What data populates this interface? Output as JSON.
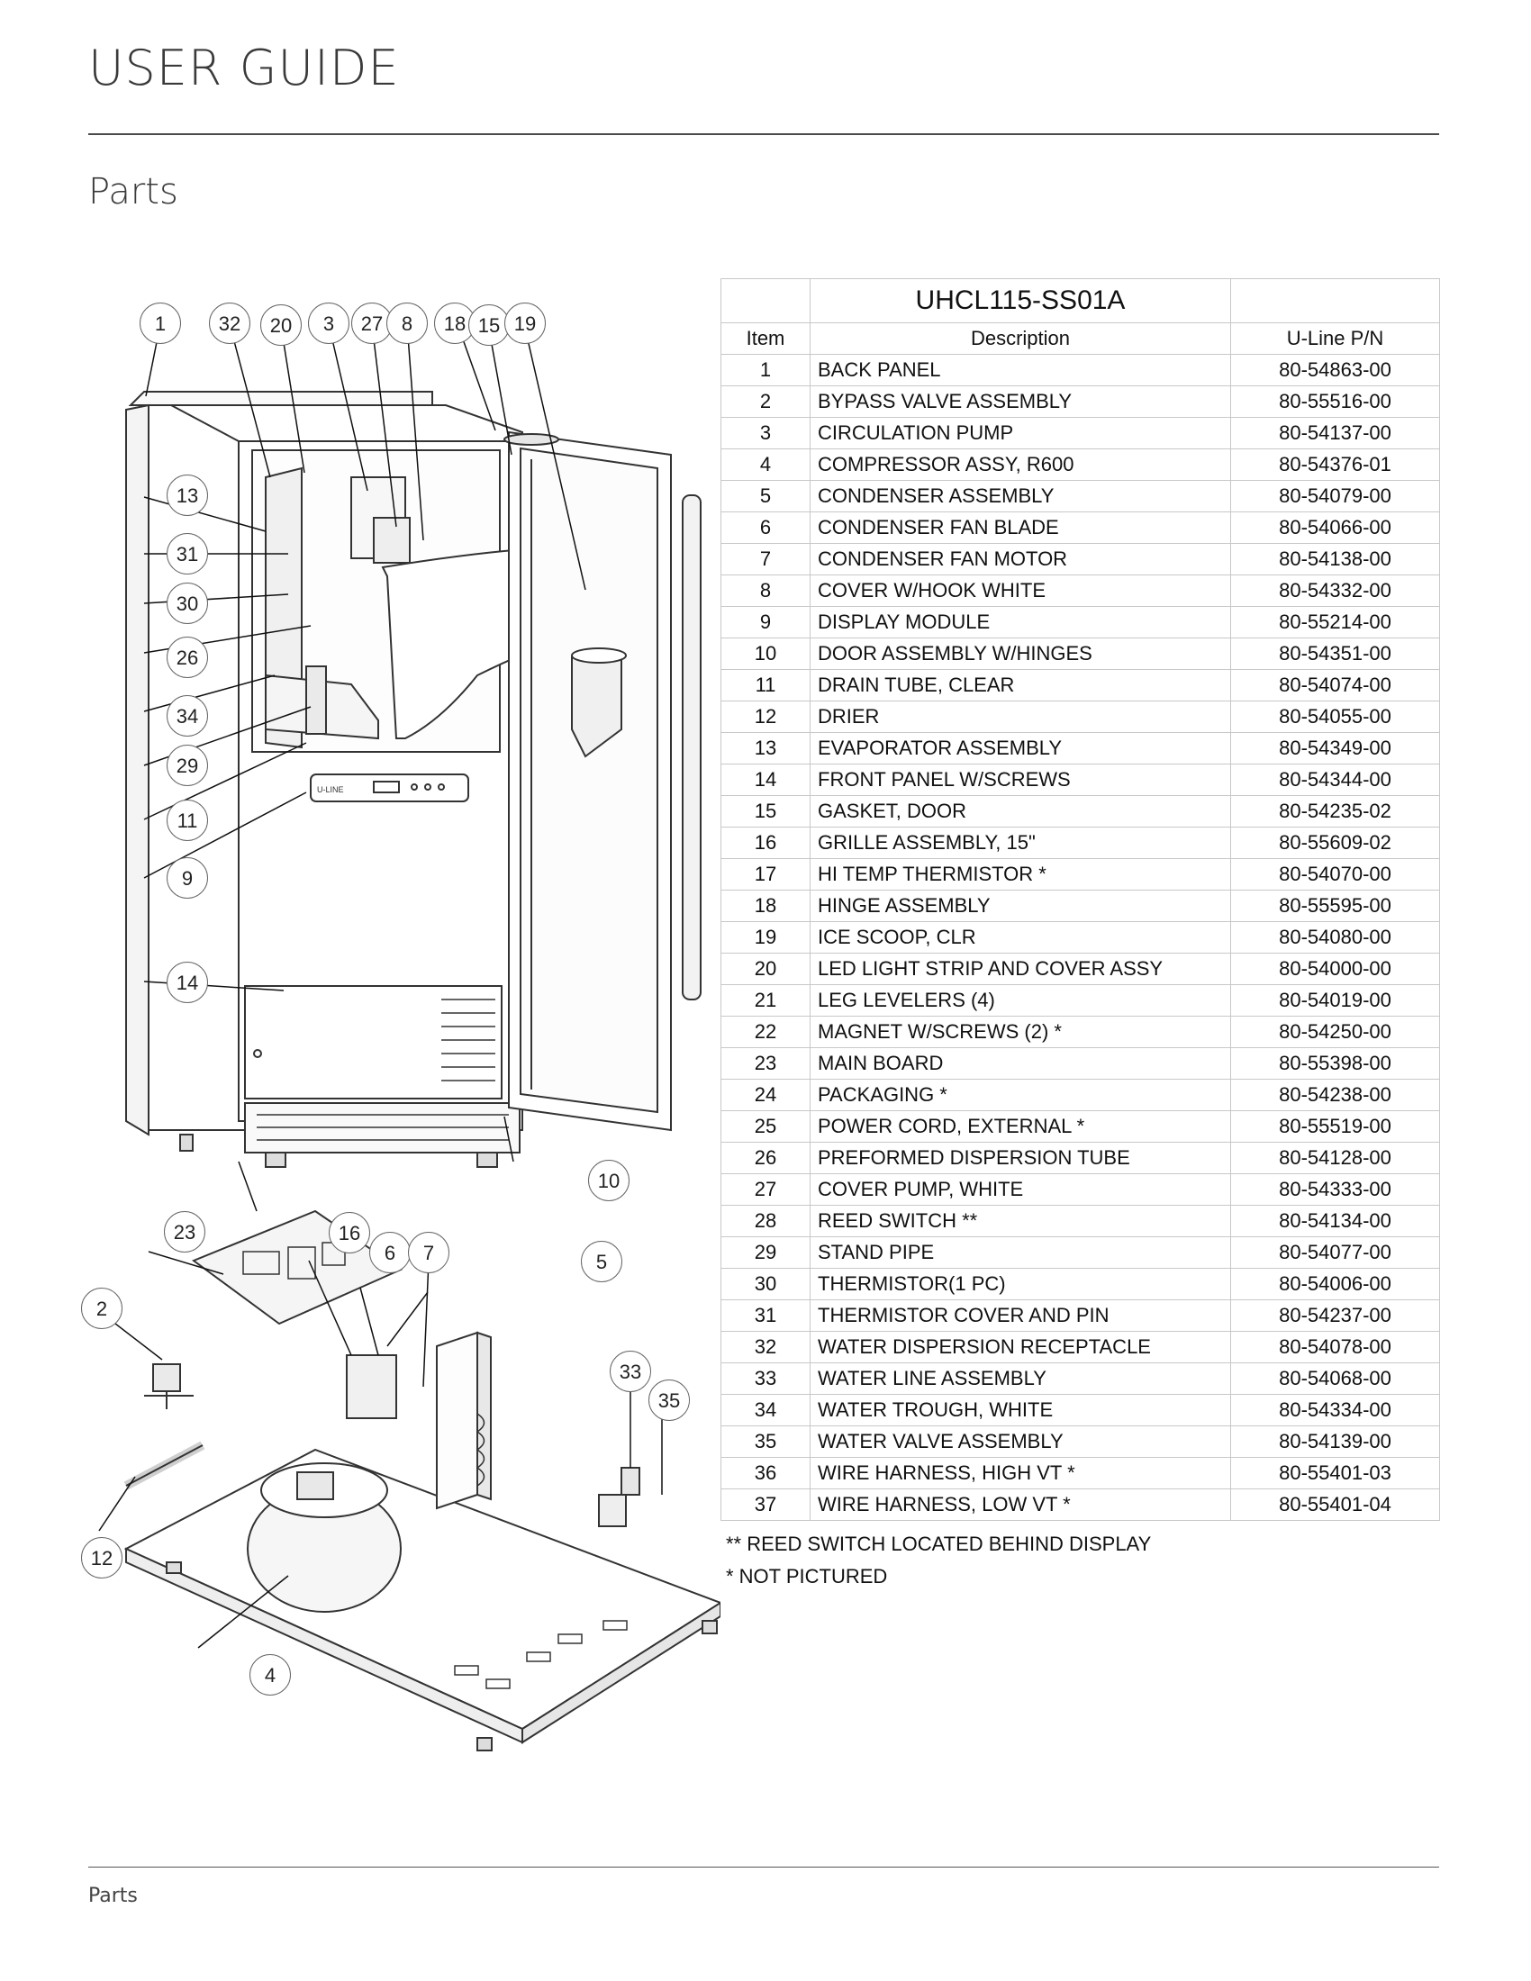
{
  "header": {
    "title": "USER GUIDE"
  },
  "section": {
    "title": "Parts"
  },
  "footer": {
    "label": "Parts"
  },
  "table": {
    "model": "UHCL115-SS01A",
    "columns": [
      "Item",
      "Description",
      "U-Line P/N"
    ],
    "rows": [
      {
        "item": "1",
        "desc": "BACK PANEL",
        "pn": "80-54863-00"
      },
      {
        "item": "2",
        "desc": "BYPASS VALVE ASSEMBLY",
        "pn": "80-55516-00"
      },
      {
        "item": "3",
        "desc": "CIRCULATION PUMP",
        "pn": "80-54137-00"
      },
      {
        "item": "4",
        "desc": "COMPRESSOR ASSY, R600",
        "pn": "80-54376-01"
      },
      {
        "item": "5",
        "desc": "CONDENSER ASSEMBLY",
        "pn": "80-54079-00"
      },
      {
        "item": "6",
        "desc": "CONDENSER FAN BLADE",
        "pn": "80-54066-00"
      },
      {
        "item": "7",
        "desc": "CONDENSER FAN MOTOR",
        "pn": "80-54138-00"
      },
      {
        "item": "8",
        "desc": "COVER W/HOOK WHITE",
        "pn": "80-54332-00"
      },
      {
        "item": "9",
        "desc": "DISPLAY MODULE",
        "pn": "80-55214-00"
      },
      {
        "item": "10",
        "desc": "DOOR ASSEMBLY W/HINGES",
        "pn": "80-54351-00"
      },
      {
        "item": "11",
        "desc": "DRAIN TUBE, CLEAR",
        "pn": "80-54074-00"
      },
      {
        "item": "12",
        "desc": "DRIER",
        "pn": "80-54055-00"
      },
      {
        "item": "13",
        "desc": "EVAPORATOR ASSEMBLY",
        "pn": "80-54349-00"
      },
      {
        "item": "14",
        "desc": "FRONT PANEL W/SCREWS",
        "pn": "80-54344-00"
      },
      {
        "item": "15",
        "desc": "GASKET, DOOR",
        "pn": "80-54235-02"
      },
      {
        "item": "16",
        "desc": "GRILLE ASSEMBLY, 15\"",
        "pn": "80-55609-02"
      },
      {
        "item": "17",
        "desc": "HI TEMP THERMISTOR *",
        "pn": "80-54070-00"
      },
      {
        "item": "18",
        "desc": "HINGE ASSEMBLY",
        "pn": "80-55595-00"
      },
      {
        "item": "19",
        "desc": "ICE SCOOP, CLR",
        "pn": "80-54080-00"
      },
      {
        "item": "20",
        "desc": "LED LIGHT STRIP AND COVER ASSY",
        "pn": "80-54000-00"
      },
      {
        "item": "21",
        "desc": "LEG LEVELERS (4)",
        "pn": "80-54019-00"
      },
      {
        "item": "22",
        "desc": "MAGNET W/SCREWS (2) *",
        "pn": "80-54250-00"
      },
      {
        "item": "23",
        "desc": "MAIN BOARD",
        "pn": "80-55398-00"
      },
      {
        "item": "24",
        "desc": "PACKAGING *",
        "pn": "80-54238-00"
      },
      {
        "item": "25",
        "desc": "POWER CORD, EXTERNAL *",
        "pn": "80-55519-00"
      },
      {
        "item": "26",
        "desc": "PREFORMED DISPERSION TUBE",
        "pn": "80-54128-00"
      },
      {
        "item": "27",
        "desc": "COVER PUMP, WHITE",
        "pn": "80-54333-00"
      },
      {
        "item": "28",
        "desc": "REED SWITCH **",
        "pn": "80-54134-00"
      },
      {
        "item": "29",
        "desc": "STAND PIPE",
        "pn": "80-54077-00"
      },
      {
        "item": "30",
        "desc": "THERMISTOR(1 PC)",
        "pn": "80-54006-00"
      },
      {
        "item": "31",
        "desc": "THERMISTOR COVER AND PIN",
        "pn": "80-54237-00"
      },
      {
        "item": "32",
        "desc": "WATER DISPERSION RECEPTACLE",
        "pn": "80-54078-00"
      },
      {
        "item": "33",
        "desc": "WATER LINE ASSEMBLY",
        "pn": "80-54068-00"
      },
      {
        "item": "34",
        "desc": "WATER TROUGH, WHITE",
        "pn": "80-54334-00"
      },
      {
        "item": "35",
        "desc": "WATER VALVE ASSEMBLY",
        "pn": "80-54139-00"
      },
      {
        "item": "36",
        "desc": "WIRE HARNESS, HIGH VT *",
        "pn": "80-55401-03"
      },
      {
        "item": "37",
        "desc": "WIRE HARNESS, LOW VT *",
        "pn": "80-55401-04"
      }
    ]
  },
  "notes": [
    "** REED SWITCH LOCATED BEHIND DISPLAY",
    "* NOT PICTURED"
  ],
  "diagram": {
    "callouts": [
      "1",
      "32",
      "20",
      "3",
      "27",
      "8",
      "18",
      "15",
      "19",
      "13",
      "31",
      "30",
      "26",
      "34",
      "29",
      "11",
      "9",
      "14",
      "10",
      "16",
      "23",
      "6",
      "7",
      "5",
      "2",
      "33",
      "35",
      "12",
      "4"
    ],
    "display_brand": "U-LINE"
  }
}
